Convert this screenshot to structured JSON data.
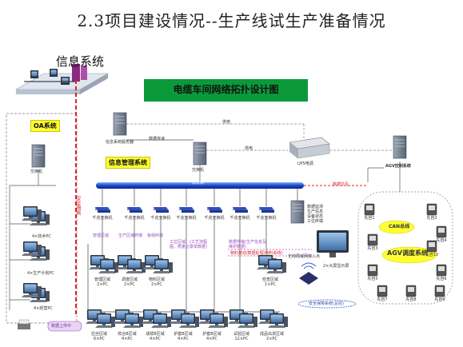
{
  "title": "2.3项目建设情况--生产线试生产准备情况",
  "info_system_heading": "信息系统",
  "network_title": "电缆车间网络拓扑设计图",
  "oa": {
    "label": "OA系统",
    "switch": "交换机",
    "pcs": [
      "4×技术PC",
      "4×生产计划PC",
      "4×经营PC"
    ]
  },
  "mis": {
    "label": "信息管理系统",
    "server": "信息系统服务器",
    "switch": "交换机",
    "data_transfer": "数据传递"
  },
  "power_label_1": "供电",
  "power_label_2": "供电",
  "ups": "UPS电源",
  "agv_control": "AGV控制系统",
  "data_exchange": "数据交互",
  "backbone": "以太网",
  "security_text": "安全隔离",
  "data_uploading": "数据上传中",
  "switches": [
    "千兆交换机",
    "千兆交换机",
    "千兆交换机",
    "千兆交换机",
    "千兆交换机",
    "千兆交换机",
    "千兆交换机"
  ],
  "switch_notes": [
    "管理区域",
    "生产区域终端",
    "各组终端"
  ],
  "annotations": {
    "left": "工位区域、(工艺流程图、质量记录单数据)",
    "right": "数据传输(生产信息及维护数据)",
    "bottom": "物料按动/数据处理(物料系统)"
  },
  "pc_groups_top": [
    {
      "name": "管理区域",
      "count": "2×PC"
    },
    {
      "name": "调度区域",
      "count": "2×PC"
    },
    {
      "name": "物料区域",
      "count": "2×PC"
    },
    {
      "name": "检查区域",
      "count": "1×PC"
    }
  ],
  "pc_groups_bottom": [
    {
      "name": "拉丝区域",
      "count": "6×PC"
    },
    {
      "name": "绞合B区域",
      "count": "4×PC"
    },
    {
      "name": "成缆B区域",
      "count": "4×PC"
    },
    {
      "name": "护套B区域",
      "count": "4×PC"
    },
    {
      "name": "护套B区域",
      "count": "4×PC"
    },
    {
      "name": "试验区域",
      "count": "12×PC"
    },
    {
      "name": "成品出货区域",
      "count": "2×PC"
    }
  ],
  "wireless": {
    "ap_note": "无线局域网接入点",
    "hmi": "2×大屏显示屏",
    "right_notes": [
      "数据监测",
      "生产信息",
      "设备状态",
      "工位终端"
    ],
    "bottom_note": "安全保障系统(总控)"
  },
  "agv": {
    "can_label": "CAN总线",
    "dispatch_label": "AGV调度系统",
    "nodes": [
      "先自1",
      "先自2",
      "先自3",
      "先自4",
      "先自5",
      "先自6",
      "先自7",
      "先自8",
      "先自9",
      "先自10"
    ]
  },
  "colors": {
    "green_box": "#0b9a3a",
    "yellow_box": "#ffff33",
    "red_line": "#e02020",
    "backbone": "#1a3fbf"
  }
}
